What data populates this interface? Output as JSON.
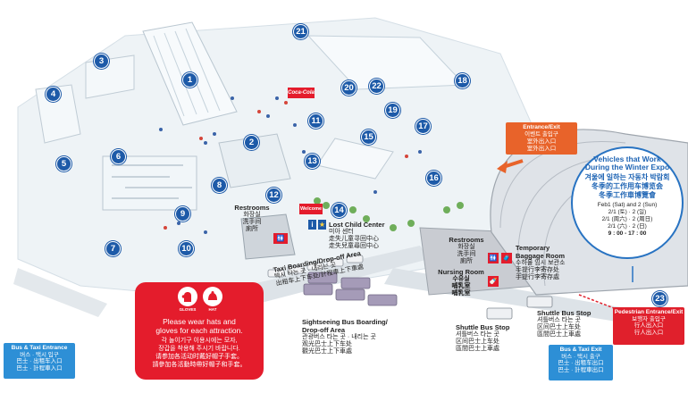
{
  "markers": {
    "m1": "1",
    "m2": "2",
    "m3": "3",
    "m4": "4",
    "m5": "5",
    "m6": "6",
    "m7": "7",
    "m8": "8",
    "m9": "9",
    "m10": "10",
    "m11": "11",
    "m12": "12",
    "m13": "13",
    "m14": "14",
    "m15": "15",
    "m16": "16",
    "m17": "17",
    "m18": "18",
    "m19": "19",
    "m20": "20",
    "m21": "21",
    "m22": "22",
    "m23": "23"
  },
  "entrance_exit_top": {
    "title": "Entrance/Exit",
    "ko": "이벤트 출입구",
    "zh_cn": "室外出入口",
    "zh_tw": "室外出入口"
  },
  "expo": {
    "title_line1": "Vehicles that Work",
    "title_line2": "During the Winter Expo",
    "ko": "겨울에 일하는 자동차 박람회",
    "zh_cn": "冬季的工作用车博览会",
    "zh_tw": "冬季工作車博覽會",
    "date_en": "Feb1 (Sat) and 2 (Sun)",
    "date_ko": "2/1 (토) · 2 (일)",
    "date_zh_cn": "2/1 (周六) · 2 (周日)",
    "date_zh_tw": "2/1 (六) · 2 (日)",
    "hours": "9 : 00 - 17 : 00"
  },
  "restrooms_left": {
    "title": "Restrooms",
    "ko": "화장실",
    "zh_cn": "洗手间",
    "zh_tw": "廁所"
  },
  "lost_child": {
    "title": "Lost Child Center",
    "ko": "미아 센터",
    "zh_cn": "走失儿童寻回中心",
    "zh_tw": "走失兒童尋回中心"
  },
  "restrooms_right": {
    "title": "Restrooms",
    "ko": "화장실",
    "zh_cn": "洗手间",
    "zh_tw": "廁所"
  },
  "baggage": {
    "title": "Temporary Baggage Room",
    "ko": "수하물 임시 보관소",
    "zh_cn": "手提行李寄存处",
    "zh_tw": "手提行李寄存處"
  },
  "nursing": {
    "title": "Nursing Room",
    "ko": "수유실",
    "zh_cn": "哺乳室",
    "zh_tw": "哺乳室"
  },
  "taxi": {
    "title": "Taxi Boarding/Drop-off Area",
    "ko": "택시 타는 곳 · 내리는 곳",
    "zh": "出租车上下车处/計程車上下車處"
  },
  "sightseeing": {
    "title": "Sightseeing Bus Boarding/",
    "title2": "Drop-off Area",
    "ko": "관광버스 타는 곳 · 내리는 곳",
    "zh_cn": "观光巴士上下车处",
    "zh_tw": "觀光巴士上下車處"
  },
  "shuttle_left": {
    "title": "Shuttle Bus Stop",
    "ko": "셔틀버스 타는 곳",
    "zh_cn": "区间巴士上车处",
    "zh_tw": "區間巴士上車處"
  },
  "shuttle_right": {
    "title": "Shuttle Bus Stop",
    "ko": "셔틀버스 타는 곳",
    "zh_cn": "区间巴士上车处",
    "zh_tw": "區間巴士上車處"
  },
  "pedestrian": {
    "title": "Pedestrian Entrance/Exit",
    "ko": "보행자 출입구",
    "zh_cn": "行人出入口",
    "zh_tw": "行人出入口"
  },
  "bus_taxi_entrance": {
    "title": "Bus & Taxi Entrance",
    "ko": "버스 · 택시 입구",
    "zh_cn": "巴士 · 出租车入口",
    "zh_tw": "巴士 · 計程車入口"
  },
  "bus_taxi_exit": {
    "title": "Bus & Taxi Exit",
    "ko": "버스 · 택시 출구",
    "zh_cn": "巴士 · 出租车出口",
    "zh_tw": "巴士 · 計程車出口"
  },
  "notice": {
    "gloves": "GLOVES",
    "hat": "HAT",
    "en1": "Please wear hats and",
    "en2": "gloves for each attraction.",
    "ko1": "각 놀이기구 이용시에는 모자,",
    "ko2": "장갑을 착용해 주시기 바랍니다.",
    "zh_cn": "请参加各活动时戴好帽子手套。",
    "zh_tw": "請參加各活動時帶好帽子和手套。"
  },
  "sign_brand": "Coca-Cola",
  "sign_welcome": "Welcome",
  "info_icons": {
    "info": "i",
    "star": "★"
  },
  "colors": {
    "marker": "#1d5aa8",
    "orange_box": "#e8632a",
    "blue_box": "#2d8fd6",
    "red_box": "#e0202c",
    "notice": "#e41c2c",
    "expo_border": "#2873c2",
    "snow": "#eef3f6",
    "building": "#c9ccd2"
  }
}
